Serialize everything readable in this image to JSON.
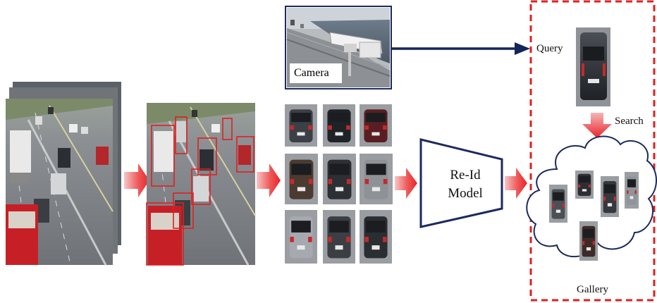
{
  "diagram": {
    "camera_label": "Camera",
    "model_label_line1": "Re-Id",
    "model_label_line2": "Model",
    "query_label": "Query",
    "search_label": "Search",
    "gallery_label": "Gallery"
  },
  "colors": {
    "arrow_red": "#e8242a",
    "arrow_navy": "#14245c",
    "dashed_box": "#e02020",
    "bbox": "#e02020",
    "cloud_outline": "#1c2a5e"
  },
  "icons": [
    "camera-photo",
    "car-crop",
    "traffic-frame"
  ]
}
